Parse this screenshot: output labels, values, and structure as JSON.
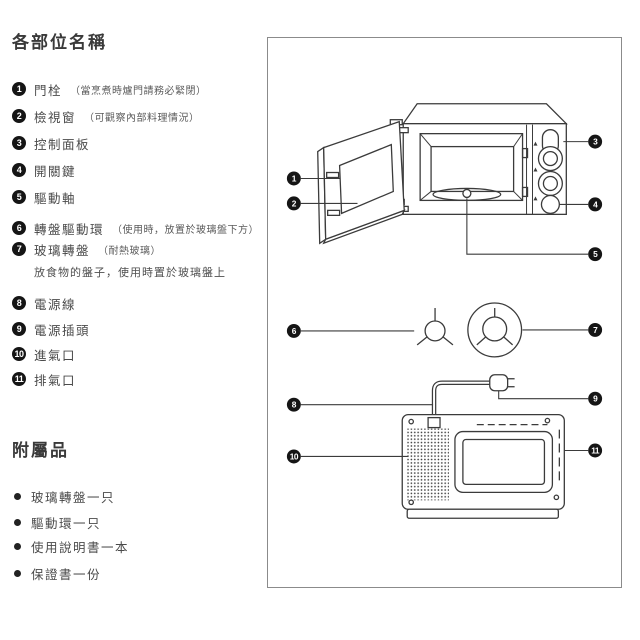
{
  "page": {
    "background": "#ffffff"
  },
  "parts_section": {
    "title": "各部位名稱",
    "items": [
      {
        "num": "1",
        "label": "門栓",
        "note": "（當烹煮時爐門請務必緊閉）"
      },
      {
        "num": "2",
        "label": "檢視窗",
        "note": "（可觀察內部料理情況）"
      },
      {
        "num": "3",
        "label": "控制面板",
        "note": ""
      },
      {
        "num": "4",
        "label": "開關鍵",
        "note": ""
      },
      {
        "num": "5",
        "label": "驅動軸",
        "note": ""
      },
      {
        "num": "6",
        "label": "轉盤驅動環",
        "note": "（使用時，放置於玻璃盤下方）"
      },
      {
        "num": "7",
        "label": "玻璃轉盤",
        "note": "（耐熱玻璃）",
        "desc": "放食物的盤子，使用時置於玻璃盤上"
      },
      {
        "num": "8",
        "label": "電源線",
        "note": ""
      },
      {
        "num": "9",
        "label": "電源插頭",
        "note": ""
      },
      {
        "num": "10",
        "label": "進氣口",
        "note": ""
      },
      {
        "num": "11",
        "label": "排氣口",
        "note": ""
      }
    ]
  },
  "accessories_section": {
    "title": "附屬品",
    "items": [
      "玻璃轉盤一只",
      "驅動環一只",
      "使用說明書一本",
      "保證書一份"
    ]
  },
  "diagram": {
    "callouts": [
      "1",
      "2",
      "3",
      "4",
      "5",
      "6",
      "7",
      "8",
      "9",
      "10",
      "11"
    ],
    "colors": {
      "line": "#3b3b3b",
      "badge": "#151515",
      "badge_text": "#ffffff",
      "box_border": "#8b8b8b",
      "text": "#4a4a4a"
    }
  }
}
